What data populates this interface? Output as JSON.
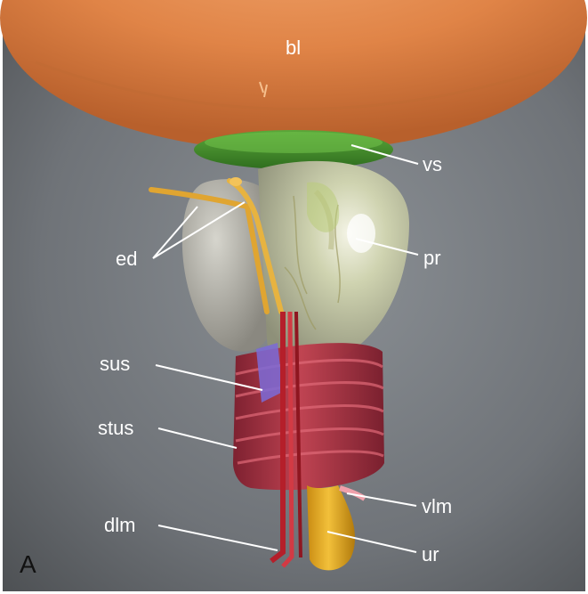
{
  "labels": {
    "bladder": "bl",
    "vesical_sphincter": "vs",
    "ejaculatory_ducts": "ed",
    "prostate": "pr",
    "sus": "sus",
    "stus": "stus",
    "vlm": "vlm",
    "dlm": "dlm",
    "urethra": "ur"
  },
  "panel_letter": "A",
  "colors": {
    "background": "#7a7f84",
    "bladder": "#e3864a",
    "sphincter_green": "#3f8a2a",
    "prostate": "#c9c9a8",
    "muscle_red": "#a8283a",
    "urethra_yellow": "#e6a91c",
    "duct_orange": "#e0a531",
    "sus_purple": "#7b6bd8"
  }
}
